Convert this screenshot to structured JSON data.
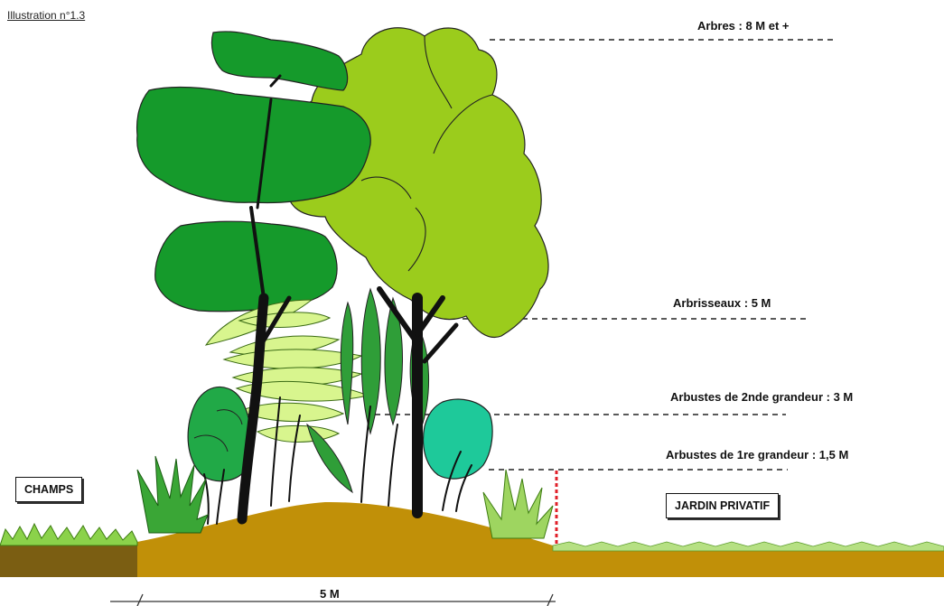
{
  "heading": "Illustration n°1.3",
  "levels": {
    "trees": "Arbres : 8 M et +",
    "small_trees": "Arbrisseaux : 5 M",
    "shrubs_2": "Arbustes de 2nde grandeur : 3 M",
    "shrubs_1": "Arbustes de 1re grandeur : 1,5 M"
  },
  "zones": {
    "field": "CHAMPS",
    "garden": "JARDIN PRIVATIF"
  },
  "width": "5 M",
  "colors": {
    "earth": "#c19008",
    "field_soil": "#7b5e12",
    "grass": "#8bd24a",
    "dark_green": "#159a2b",
    "light_green": "#9bcc1c",
    "pale_green": "#d8f58e",
    "teal": "#1ec99a",
    "marker_red": "#e0202a"
  }
}
